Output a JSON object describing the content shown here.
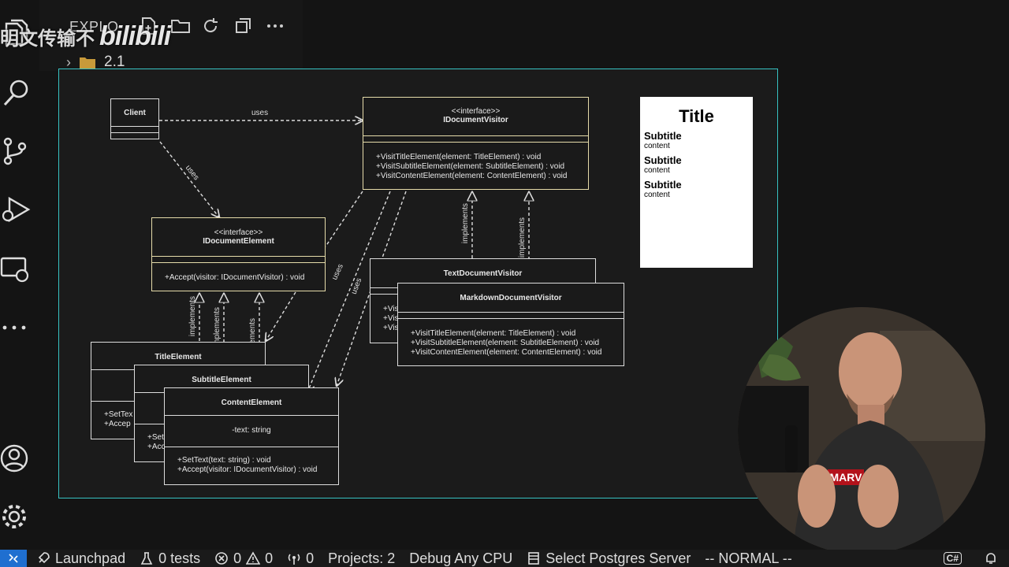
{
  "watermark": {
    "text": "明文传输不",
    "logo": "bilibili"
  },
  "sidebar": {
    "title": "EXPLO",
    "folder": {
      "label": "2.1"
    }
  },
  "diagram": {
    "client": {
      "name": "Client"
    },
    "uses_label": "uses",
    "implements_label": "implements",
    "idocument_visitor": {
      "stereotype": "<<interface>>",
      "name": "IDocumentVisitor",
      "methods": [
        "+VisitTitleElement(element: TitleElement) : void",
        "+VisitSubtitleElement(element: SubtitleElement) : void",
        "+VisitContentElement(element: ContentElement) : void"
      ]
    },
    "idocument_element": {
      "stereotype": "<<interface>>",
      "name": "IDocumentElement",
      "methods": [
        "+Accept(visitor: IDocumentVisitor) : void"
      ]
    },
    "text_visitor": {
      "name": "TextDocumentVisitor",
      "partial_methods": [
        "+Visi",
        "+Visi",
        "+Visi"
      ]
    },
    "markdown_visitor": {
      "name": "MarkdownDocumentVisitor",
      "methods": [
        "+VisitTitleElement(element: TitleElement) : void",
        "+VisitSubtitleElement(element: SubtitleElement) : void",
        "+VisitContentElement(element: ContentElement) : void"
      ]
    },
    "title_element": {
      "name": "TitleElement",
      "partial_methods": [
        "+SetTex",
        "+Accep"
      ]
    },
    "subtitle_element": {
      "name": "SubtitleElement",
      "partial_methods": [
        "+Set",
        "+Acc"
      ]
    },
    "content_element": {
      "name": "ContentElement",
      "fields": [
        "-text: string"
      ],
      "methods": [
        "+SetText(text: string) : void",
        "+Accept(visitor: IDocumentVisitor) : void"
      ]
    }
  },
  "preview": {
    "title": "Title",
    "sections": [
      {
        "subtitle": "Subtitle",
        "content": "content"
      },
      {
        "subtitle": "Subtitle",
        "content": "content"
      },
      {
        "subtitle": "Subtitle",
        "content": "content"
      }
    ]
  },
  "webcam": {
    "shirt_text": "MARV"
  },
  "status_bar": {
    "launchpad": "Launchpad",
    "tests": "0 tests",
    "errors": "0",
    "warnings": "0",
    "ports": "0",
    "projects": "Projects: 2",
    "debug": "Debug Any CPU",
    "postgres": "Select Postgres Server",
    "mode": "-- NORMAL --",
    "lang_badge": "C#"
  },
  "colors": {
    "diagram_border": "#37c3c3",
    "interface_border": "#e6dcaa",
    "remote_button": "#1f6fd0"
  }
}
